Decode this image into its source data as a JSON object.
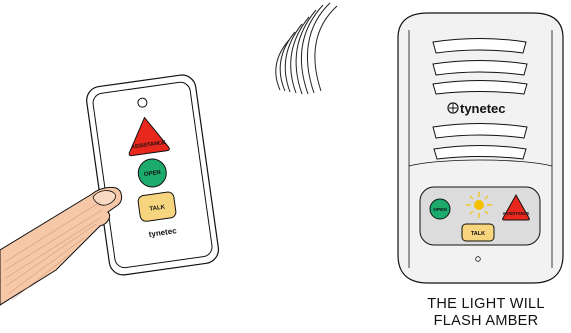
{
  "remote": {
    "buttons": {
      "assistance": "ASSISTANCE",
      "open": "OPEN",
      "talk": "TALK"
    },
    "brand": "tynetec"
  },
  "base_unit": {
    "brand": "tynetec",
    "buttons": {
      "open": "OPEN",
      "talk": "TALK",
      "assistance": "ASSISTANCE"
    },
    "indicator_state": "amber-flashing"
  },
  "caption": {
    "line1": "THE LIGHT WILL",
    "line2": "FLASH AMBER"
  },
  "colors": {
    "assistance_red": "#e8281c",
    "open_green": "#1cab6d",
    "talk_amber": "#f7d47e",
    "indicator_amber": "#f5c000",
    "skin": "#f6c8a8",
    "unit_grey": "#f2f2f2",
    "panel_grey": "#dcdcdc"
  }
}
